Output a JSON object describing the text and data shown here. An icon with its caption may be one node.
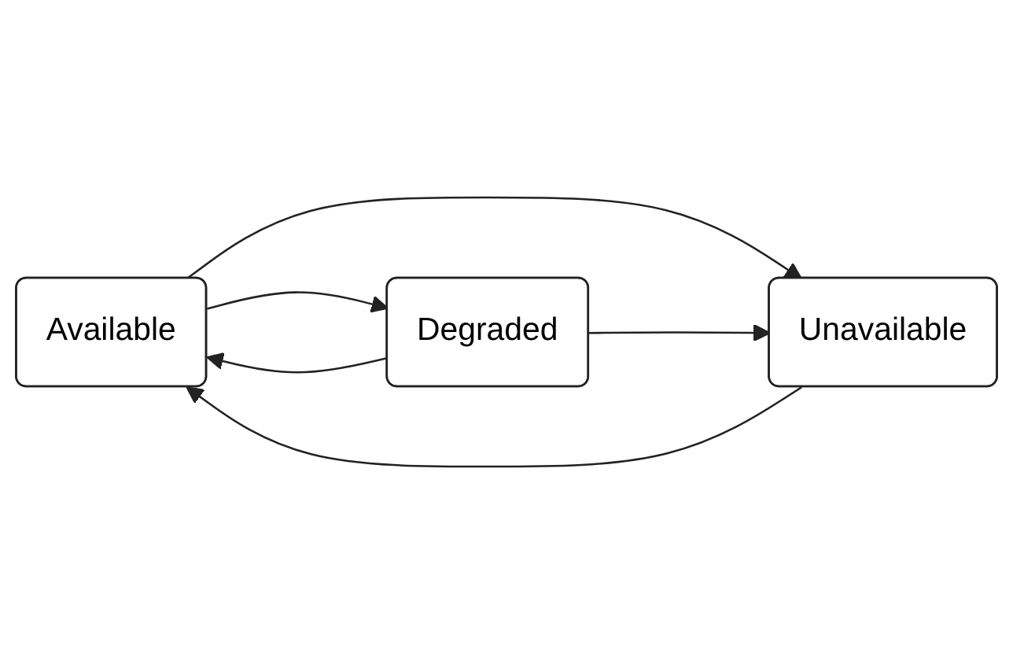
{
  "diagram": {
    "nodes": [
      {
        "text": [
          "Available"
        ]
      },
      {
        "text": [
          "Degraded"
        ]
      },
      {
        "text": [
          "Unavailable"
        ]
      }
    ],
    "edges": [
      {
        "from": 0,
        "to": 1,
        "arrow": "to"
      },
      {
        "from": 1,
        "to": 0,
        "arrow": "to"
      },
      {
        "from": 0,
        "to": 2,
        "arrow": "to"
      },
      {
        "from": 1,
        "to": 2,
        "arrow": "to"
      },
      {
        "from": 2,
        "to": 0,
        "arrow": "to"
      }
    ]
  }
}
